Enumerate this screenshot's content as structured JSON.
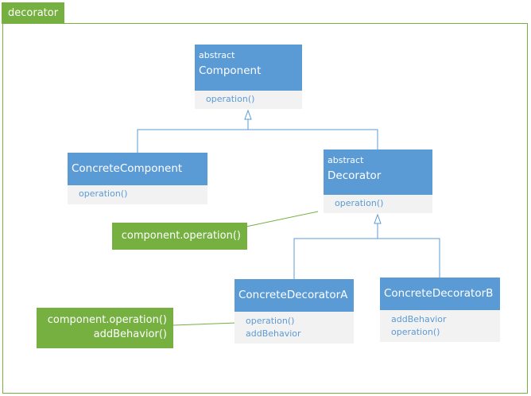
{
  "package": {
    "label": "decorator"
  },
  "classes": {
    "component": {
      "stereotype": "abstract",
      "name": "Component",
      "members": [
        "operation()"
      ]
    },
    "concrete_component": {
      "name": "ConcreteComponent",
      "members": [
        "operation()"
      ]
    },
    "decorator": {
      "stereotype": "abstract",
      "name": "Decorator",
      "members": [
        "operation()"
      ]
    },
    "concrete_decorator_a": {
      "name": "ConcreteDecoratorA",
      "members": [
        "operation()",
        "addBehavior"
      ]
    },
    "concrete_decorator_b": {
      "name": "ConcreteDecoratorB",
      "members": [
        "addBehavior",
        "operation()"
      ]
    }
  },
  "notes": {
    "decorator_note": {
      "lines": [
        "component.operation()"
      ]
    },
    "decorator_a_note": {
      "lines": [
        "component.operation()",
        "addBehavior()"
      ]
    }
  },
  "colors": {
    "class_header": "#5b9bd5",
    "class_body": "#f2f2f2",
    "note": "#76b041",
    "frame": "#76b041"
  }
}
